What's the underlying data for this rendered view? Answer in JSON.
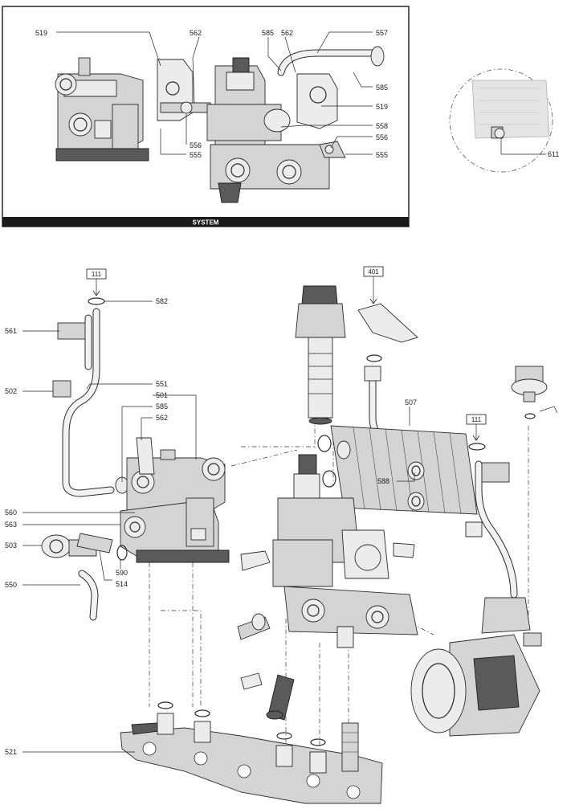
{
  "panel": {
    "title": "SYSTEM"
  },
  "labels": {
    "l519a": "519",
    "l562a": "562",
    "l585a": "585",
    "l562b": "562",
    "l557": "557",
    "l585b": "585",
    "l519b": "519",
    "l558": "558",
    "l556a": "556",
    "l556b": "556",
    "l555a": "555",
    "l555b": "555",
    "l611": "611",
    "l582": "582",
    "l561": "561",
    "l502": "502",
    "l551": "551",
    "l501": "501",
    "l585c": "585",
    "l562c": "562",
    "l560": "560",
    "l563": "563",
    "l503": "503",
    "l590": "590",
    "l514": "514",
    "l550": "550",
    "l521": "521",
    "l507": "507",
    "l588": "588"
  },
  "refs": {
    "r111a": "111",
    "r401": "401",
    "r111b": "111"
  }
}
